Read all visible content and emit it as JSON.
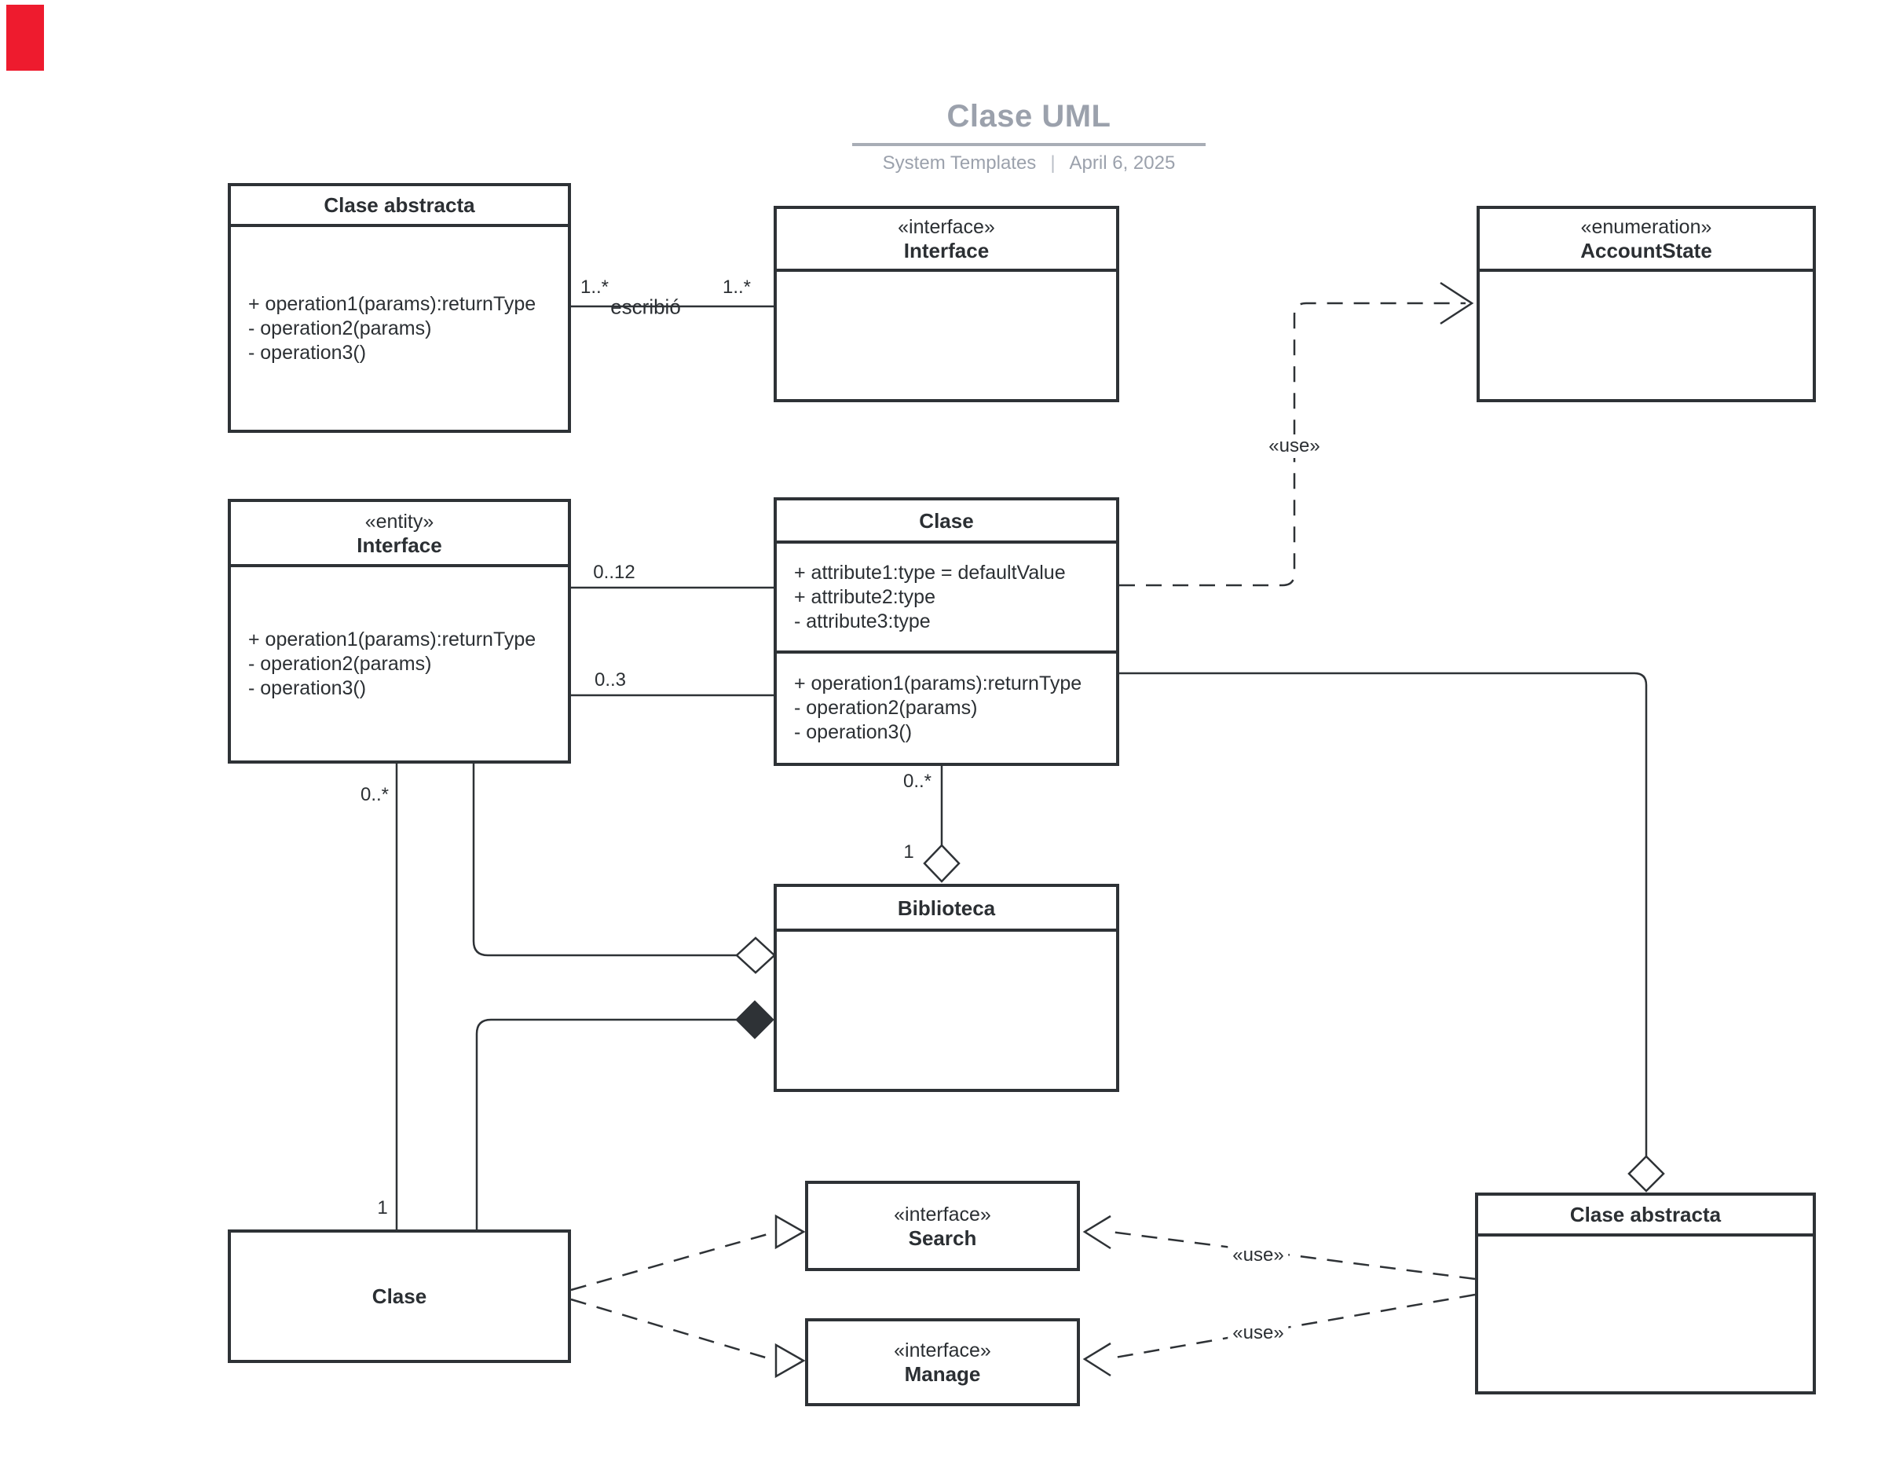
{
  "page": {
    "title": "Clase UML",
    "subtitle_left": "System Templates",
    "subtitle_sep": "|",
    "subtitle_right": "April 6, 2025"
  },
  "colors": {
    "line": "#2e3236",
    "text": "#2b2f33",
    "muted_title": "#9ba1ac",
    "underline": "#a8adb6",
    "red_marker": "#ee1b2e",
    "background": "#ffffff"
  },
  "classes": {
    "abstract_top": {
      "title": "Clase abstracta",
      "operations": [
        "+ operation1(params):returnType",
        "- operation2(params)",
        "- operation3()"
      ]
    },
    "interface_top": {
      "stereotype": "«interface»",
      "name": "Interface"
    },
    "enum_accountstate": {
      "stereotype": "«enumeration»",
      "name": "AccountState"
    },
    "entity_interface": {
      "stereotype": "«entity»",
      "name": "Interface",
      "operations": [
        "+ operation1(params):returnType",
        "- operation2(params)",
        "- operation3()"
      ]
    },
    "clase_center": {
      "title": "Clase",
      "attributes": [
        "+ attribute1:type = defaultValue",
        "+ attribute2:type",
        "- attribute3:type"
      ],
      "operations": [
        "+ operation1(params):returnType",
        "- operation2(params)",
        "- operation3()"
      ]
    },
    "biblioteca": {
      "title": "Biblioteca"
    },
    "clase_bottom": {
      "title": "Clase"
    },
    "interface_search": {
      "stereotype": "«interface»",
      "name": "Search"
    },
    "interface_manage": {
      "stereotype": "«interface»",
      "name": "Manage"
    },
    "abstract_bottom": {
      "title": "Clase abstracta"
    }
  },
  "labels": {
    "escribio": "escribió",
    "mult_escribio_left": "1..*",
    "mult_escribio_right": "1..*",
    "mult_0_12": "0..12",
    "mult_0_3": "0..3",
    "mult_assoc_top": "0..*",
    "mult_assoc_bottom": "1",
    "mult_biblio_top": "0..*",
    "mult_biblio_bottom": "1",
    "use_enum": "«use»",
    "use_search": "«use»",
    "use_manage": "«use»"
  }
}
